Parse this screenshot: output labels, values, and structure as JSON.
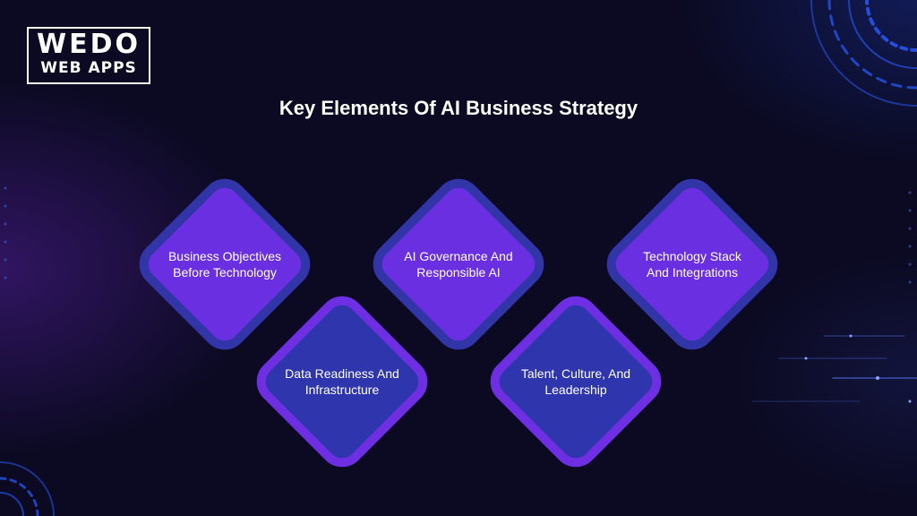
{
  "brand": {
    "logo_line1": "WEDO",
    "logo_line2": "WEB APPS"
  },
  "title": "Key Elements Of AI Business Strategy",
  "elements": [
    {
      "label": "Business Objectives Before Technology",
      "row": "top"
    },
    {
      "label": "AI Governance And Responsible AI",
      "row": "top"
    },
    {
      "label": "Technology Stack And Integrations",
      "row": "top"
    },
    {
      "label": "Data Readiness And Infrastructure",
      "row": "bottom"
    },
    {
      "label": "Talent, Culture, And Leadership",
      "row": "bottom"
    }
  ],
  "colors": {
    "background": "#0b0a22",
    "top_fill": "#6a2fe0",
    "top_border": "#3235a8",
    "bottom_fill": "#2f35ad",
    "bottom_border": "#6e2fe2"
  }
}
